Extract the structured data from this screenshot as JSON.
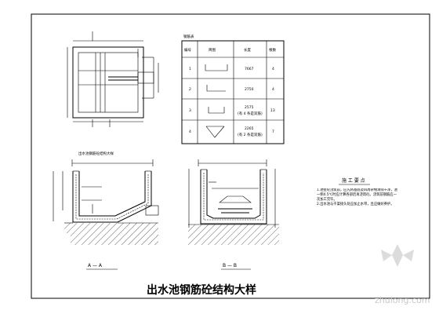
{
  "drawing": {
    "main_title": "出水池钢筋砼结构大样",
    "section_label": "出水池钢筋砼结构大样",
    "section_left_label": "A — A",
    "section_right_label": "B — B",
    "watermark": "zhulong.com"
  },
  "rebar_table": {
    "caption": "钢筋表",
    "headers": [
      "编号",
      "简图",
      "长度",
      "根数"
    ],
    "rows": [
      {
        "no": "1",
        "length": "7667",
        "count": "4"
      },
      {
        "no": "2",
        "length": "2750",
        "count": "4"
      },
      {
        "no": "3",
        "length": "2575",
        "note": "(有 4 条是双筋)",
        "count": "13"
      },
      {
        "no": "4",
        "length": "2265",
        "note": "(有 2 条是双筋)",
        "count": "7"
      }
    ]
  },
  "notes": {
    "heading": "施 工 要 点",
    "items": [
      "1.池壁砼浇筑前，应先将基底及四周杂物清除干净，池一侧4.5℃时应计算各部后再浇筑砼。浇筑前钢筋应一次加工完毕。",
      "2.出水池与干渠接头处应加止水带，且应做好养护。"
    ]
  },
  "colors": {
    "line": "#000000",
    "paper": "#ffffff",
    "watermark": "#c9c9c9"
  }
}
